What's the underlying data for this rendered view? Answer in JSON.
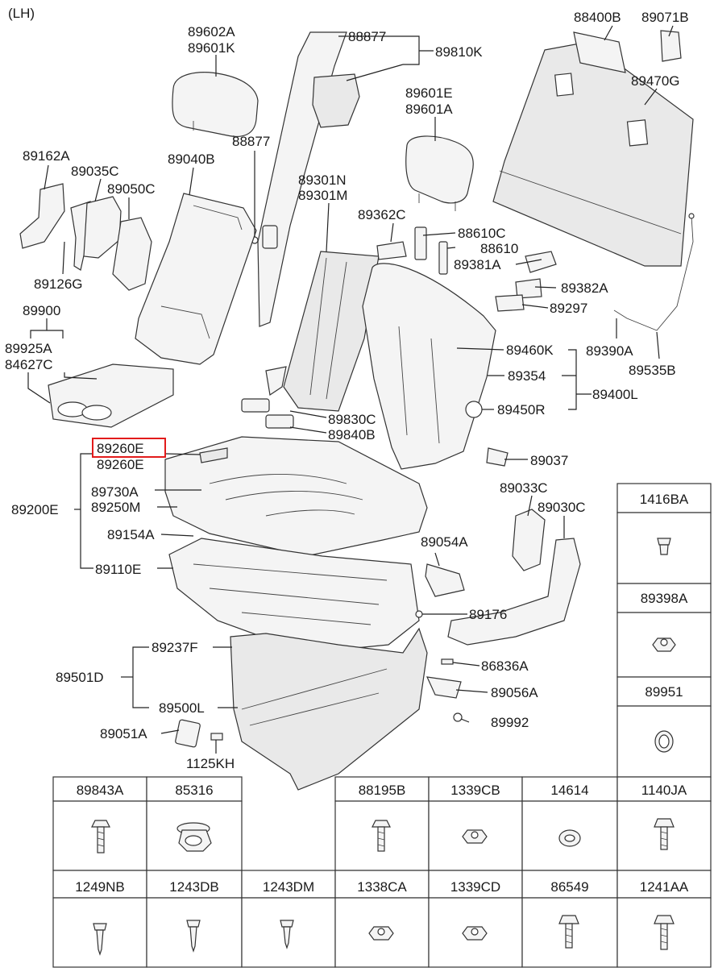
{
  "view_label": "(LH)",
  "highlighted_part": "89260E",
  "labels": {
    "p89602A": "89602A",
    "p89601K": "89601K",
    "p88877a": "88877",
    "p89810K": "89810K",
    "p88877b": "88877",
    "p88400B": "88400B",
    "p89071B": "89071B",
    "p89470G": "89470G",
    "p89601E": "89601E",
    "p89601A": "89601A",
    "p89162A": "89162A",
    "p89035C": "89035C",
    "p89050C": "89050C",
    "p89126G": "89126G",
    "p89040B": "89040B",
    "p89301N": "89301N",
    "p89301M": "89301M",
    "p89362C": "89362C",
    "p88610C": "88610C",
    "p88610": "88610",
    "p89381A": "89381A",
    "p89382A": "89382A",
    "p89297": "89297",
    "p89900": "89900",
    "p89925A": "89925A",
    "p84627C": "84627C",
    "p89460K": "89460K",
    "p89390A": "89390A",
    "p89354": "89354",
    "p89535B": "89535B",
    "p89400L": "89400L",
    "p89450R": "89450R",
    "p89830C": "89830C",
    "p89840B": "89840B",
    "p89260E_hl": "89260E",
    "p89260E": "89260E",
    "p89037": "89037",
    "p89033C": "89033C",
    "p89030C": "89030C",
    "p89730A": "89730A",
    "p89250M": "89250M",
    "p89200E": "89200E",
    "p89154A": "89154A",
    "p89054A": "89054A",
    "p89110E": "89110E",
    "p89176": "89176",
    "p89237F": "89237F",
    "p86836A": "86836A",
    "p89501D": "89501D",
    "p89056A": "89056A",
    "p89500L": "89500L",
    "p89992": "89992",
    "p89051A": "89051A",
    "p1125KH": "1125KH"
  },
  "side_table": [
    "1416BA",
    "89398A",
    "89951"
  ],
  "bottom_table_row1": [
    "89843A",
    "85316",
    "88195B",
    "1339CB",
    "14614",
    "1140JA"
  ],
  "bottom_table_row2": [
    "1249NB",
    "1243DB",
    "1243DM",
    "1338CA",
    "1339CD",
    "86549",
    "1241AA"
  ]
}
